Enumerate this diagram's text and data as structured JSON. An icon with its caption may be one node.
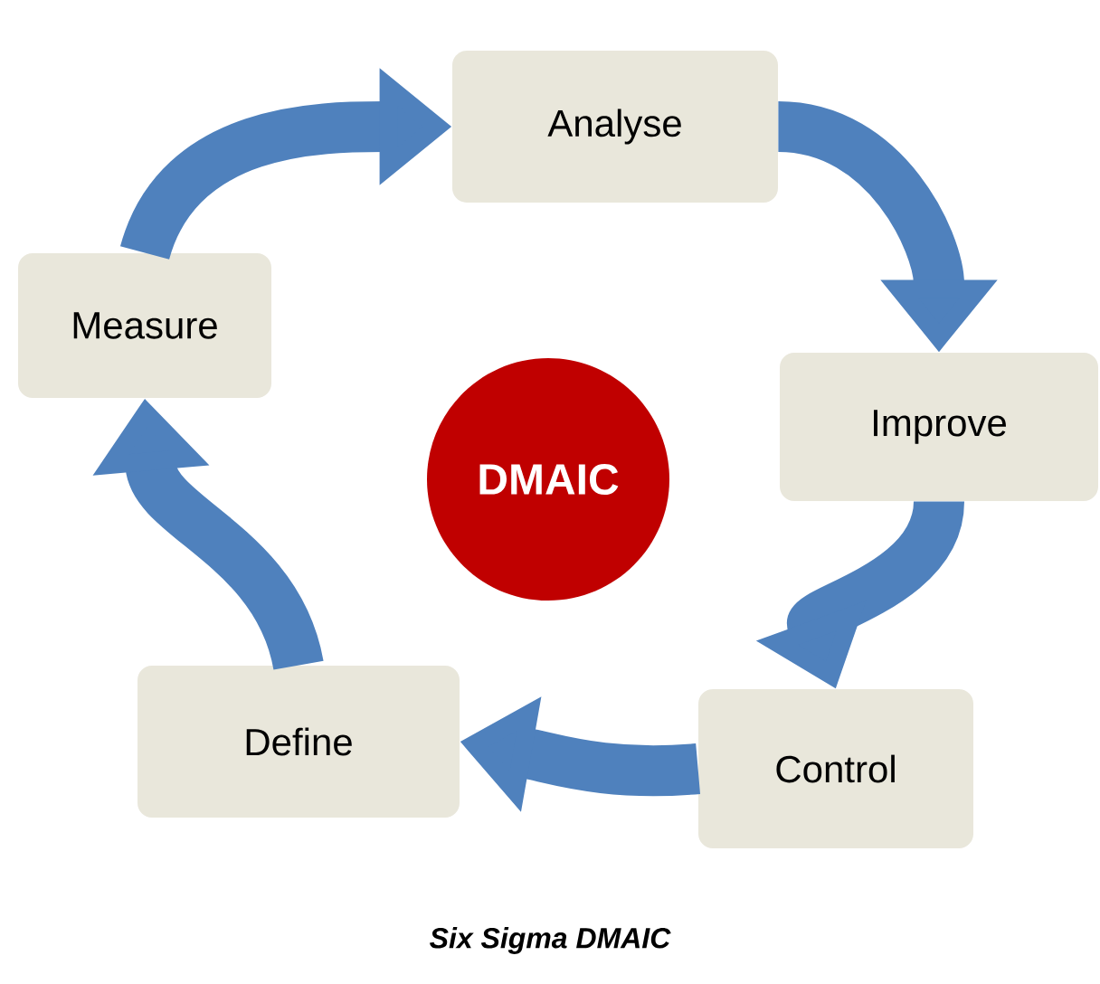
{
  "diagram": {
    "caption": "Six Sigma DMAIC",
    "nodes": [
      {
        "text": [
          "Analyse"
        ]
      },
      {
        "text": [
          "Measure"
        ]
      },
      {
        "text": [
          "Improve"
        ]
      },
      {
        "text": [
          "DMAIC"
        ]
      },
      {
        "text": [
          "Define"
        ]
      },
      {
        "text": [
          "Control"
        ]
      }
    ],
    "edges": [
      {
        "from": 1,
        "to": 0,
        "arrow": "to"
      },
      {
        "from": 0,
        "to": 2,
        "arrow": "to"
      },
      {
        "from": 2,
        "to": 5,
        "arrow": "to"
      },
      {
        "from": 5,
        "to": 4,
        "arrow": "to"
      },
      {
        "from": 4,
        "to": 1,
        "arrow": "to"
      }
    ]
  }
}
